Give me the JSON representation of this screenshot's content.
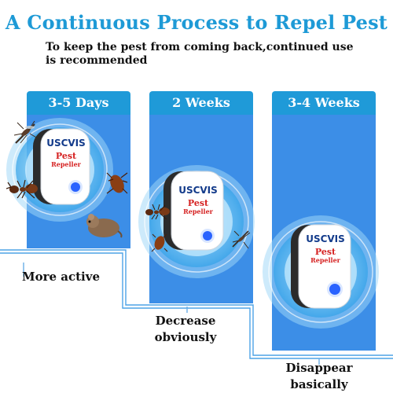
{
  "title": "A Continuous Process to Repel Pest",
  "subtitle": "To keep the pest from coming back,continued use is recommended",
  "stages": [
    {
      "label": "3-5 Days",
      "outcome": "More active"
    },
    {
      "label": "2 Weeks",
      "outcome": "Decrease obviously"
    },
    {
      "label": "3-4 Weeks",
      "outcome": "Disappear basically"
    }
  ],
  "device": {
    "brand": "USCVIS",
    "product_line1": "Pest",
    "product_line2": "Repeller"
  },
  "colors": {
    "title_blue": "#1e9ad6",
    "panel_blue": "#3c8ee7",
    "label_blue": "#1f9ad8",
    "ring_blue": "#58b8f0",
    "led_blue": "#2a63ff"
  }
}
